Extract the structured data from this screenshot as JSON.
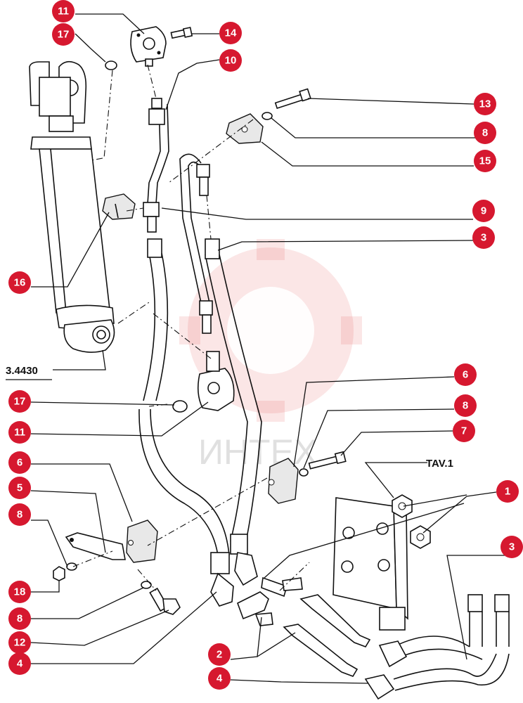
{
  "drawing": {
    "reference_label": "3.4430",
    "table_label": "TAV.1",
    "watermark_text": "ИНТЕХ"
  },
  "callouts": [
    {
      "id": "c11-top",
      "number": "11"
    },
    {
      "id": "c17-top",
      "number": "17"
    },
    {
      "id": "c14",
      "number": "14"
    },
    {
      "id": "c10",
      "number": "10"
    },
    {
      "id": "c13",
      "number": "13"
    },
    {
      "id": "c8-a",
      "number": "8"
    },
    {
      "id": "c15",
      "number": "15"
    },
    {
      "id": "c9",
      "number": "9"
    },
    {
      "id": "c3-a",
      "number": "3"
    },
    {
      "id": "c16",
      "number": "16"
    },
    {
      "id": "c6-a",
      "number": "6"
    },
    {
      "id": "c8-b",
      "number": "8"
    },
    {
      "id": "c7",
      "number": "7"
    },
    {
      "id": "c17-b",
      "number": "17"
    },
    {
      "id": "c11-b",
      "number": "11"
    },
    {
      "id": "c6-b",
      "number": "6"
    },
    {
      "id": "c5",
      "number": "5"
    },
    {
      "id": "c8-c",
      "number": "8"
    },
    {
      "id": "c1",
      "number": "1"
    },
    {
      "id": "c3-b",
      "number": "3"
    },
    {
      "id": "c18",
      "number": "18"
    },
    {
      "id": "c8-d",
      "number": "8"
    },
    {
      "id": "c12",
      "number": "12"
    },
    {
      "id": "c4-a",
      "number": "4"
    },
    {
      "id": "c2",
      "number": "2"
    },
    {
      "id": "c4-b",
      "number": "4"
    }
  ]
}
